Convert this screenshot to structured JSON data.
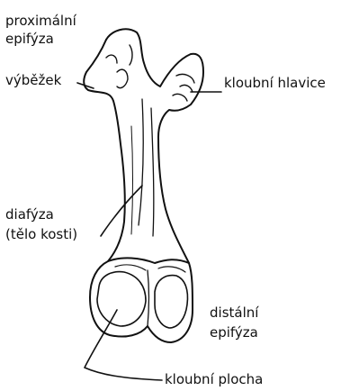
{
  "labels": {
    "proximal_epiphysis": [
      "proximální",
      "epifýza"
    ],
    "process": "výběžek",
    "articular_head": "kloubní hlavice",
    "diaphysis": [
      "diafýza",
      "(tělo kosti)"
    ],
    "distal_epiphysis": [
      "distální",
      "epifýza"
    ],
    "articular_surface": "kloubní plocha"
  },
  "colors": {
    "background": "#ffffff",
    "ink": "#111111"
  }
}
